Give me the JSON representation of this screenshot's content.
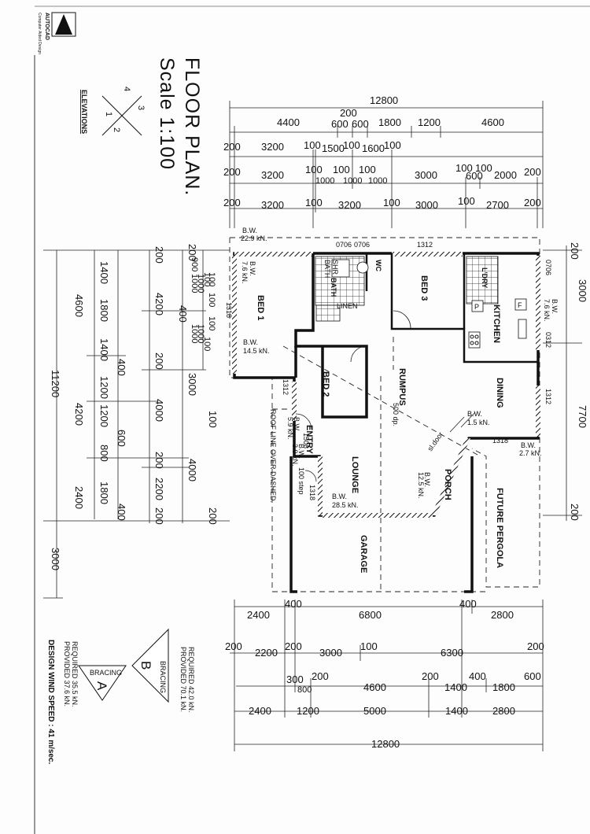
{
  "title": {
    "line1": "FLOOR PLAN.",
    "line2": "Scale 1:100"
  },
  "logo": {
    "text": "AUTOCAD",
    "subtitle": "Computer Aided Design"
  },
  "elevations": {
    "label": "ELEVATIONS",
    "marks": [
      "1",
      "2",
      "3",
      "4"
    ]
  },
  "top_dims": {
    "overall": "12800",
    "row1": [
      "4400",
      "200",
      "600",
      "600",
      "1800",
      "1200",
      "4600"
    ],
    "row2": [
      "200",
      "3200",
      "100",
      "1500",
      "100",
      "1600",
      "100"
    ],
    "row3": [
      "200",
      "3200",
      "100",
      "100",
      "100",
      "1000",
      "1000",
      "1000",
      "3000",
      "100",
      "100",
      "600",
      "2000",
      "200"
    ],
    "row4": [
      "200",
      "3200",
      "100",
      "3200",
      "100",
      "3000",
      "100",
      "2700",
      "200"
    ]
  },
  "left_dims": {
    "overall": "11200",
    "overall_b": "3000",
    "colA": [
      "1400",
      "1800",
      "1400",
      "400",
      "1200",
      "1200",
      "600",
      "800",
      "1800",
      "400"
    ],
    "colB": [
      "4600",
      "4200",
      "2400"
    ],
    "colC": [
      "200",
      "4200",
      "200",
      "4000",
      "200",
      "2200",
      "200"
    ],
    "colD": [
      "200",
      "900",
      "100",
      "100",
      "100",
      "1000",
      "1000",
      "400",
      "3000",
      "100",
      "4000",
      "200"
    ],
    "colE": [
      "100",
      "1000",
      "1000",
      "100"
    ]
  },
  "right_dims": {
    "outer": [
      "3000",
      "7700"
    ],
    "inner": [
      "200",
      "200"
    ]
  },
  "bottom_dims": {
    "row1": [
      "2400",
      "400",
      "6800",
      "400",
      "2800"
    ],
    "row2": [
      "200",
      "2200",
      "200",
      "3000",
      "100",
      "6300",
      "200"
    ],
    "row3": [
      "300",
      "200",
      "800",
      "4600",
      "200",
      "1400",
      "400",
      "1800",
      "600"
    ],
    "row4": [
      "2400",
      "1200",
      "5000",
      "1400",
      "2800"
    ],
    "overall": "12800"
  },
  "rooms": {
    "bed1": "BED 1",
    "bed2": "BED 2",
    "bed3": "BED 3",
    "bath": "BATH",
    "shr": "SHR",
    "bath_short": "BATH",
    "wc": "WC",
    "linen": "LINEN",
    "ldry": "L'DRY",
    "kitchen": "KITCHEN",
    "dining": "DINING",
    "rumpus": "RUMPUS",
    "entry": "ENTRY",
    "lounge": "LOUNGE",
    "porch": "PORCH",
    "garage": "GARAGE",
    "future_pergola": "FUTURE PERGOLA"
  },
  "walls": {
    "bw_top": "B.W.",
    "bw_top_kn": "22.9 kN.",
    "bw_bed1": "B.W.",
    "bw_bed1_kn": "7.6 kN.",
    "bw_bed1b": "B.W.",
    "bw_bed1b_kn": "14.5 kN.",
    "bw_right": "B.W.",
    "bw_right_kn": "7.6 kN.",
    "bw_dining": "B.W.",
    "bw_dining_kn": "1.5 kN.",
    "bw_right2": "B.W.",
    "bw_right2_kn": "2.7 kN.",
    "bw_lounge": "B.W.",
    "bw_lounge_kn": "28.5 kN.",
    "bw_entry": "B.W.",
    "bw_entry_kn": "5.9 kN.",
    "bw_entry2": "B.W.",
    "bw_entry2_kn": "3.9 kN.",
    "bw_porch": "B.W.",
    "bw_porch_kn": "12.5 kN."
  },
  "windows": [
    "0706",
    "0706",
    "1312",
    "0706",
    "1318",
    "0312",
    "1312",
    "1312",
    "1318",
    "1318",
    "1506"
  ],
  "notes": {
    "roof_line": "ROOF LINE OVER DASHED.",
    "step500": "500 dp.",
    "step100": "100 step",
    "sl_door": "sl.door",
    "appliance_f": "F",
    "appliance_p": "P"
  },
  "bracing": {
    "a": {
      "label": "BRACING",
      "letter": "A",
      "required": "REQUIRED 35.5 kN.",
      "provided": "PROVIDED 37.6 kN."
    },
    "b": {
      "label": "BRACING",
      "letter": "B",
      "required": "REQUIRED 42.0 kN.",
      "provided": "PROVIDED 70.1 kN."
    }
  },
  "wind": "DESIGN WIND SPEED : 41 m/sec."
}
